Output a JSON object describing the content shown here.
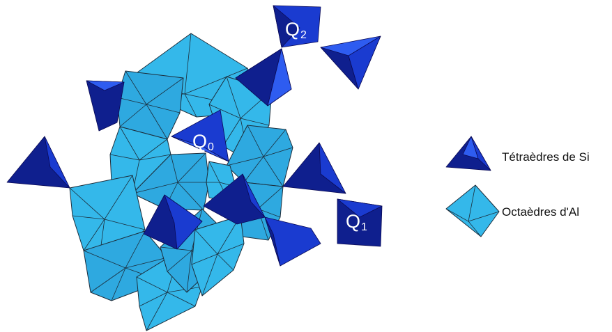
{
  "colors": {
    "octahedron_light": "#34b8ea",
    "octahedron_mid": "#2aa4dc",
    "tetrahedron_dark": "#0f1f8e",
    "tetrahedron_mid": "#1a3bd0",
    "tetrahedron_light": "#2e5cf0",
    "label_text": "#ffffff",
    "legend_text": "#111111"
  },
  "labels": {
    "q0": {
      "main": "Q",
      "sub": "0"
    },
    "q1": {
      "main": "Q",
      "sub": "1"
    },
    "q2": {
      "main": "Q",
      "sub": "2"
    }
  },
  "legend": {
    "tetrahedra": "Tétraèdres de Si",
    "octahedra": "Octaèdres d'Al"
  }
}
